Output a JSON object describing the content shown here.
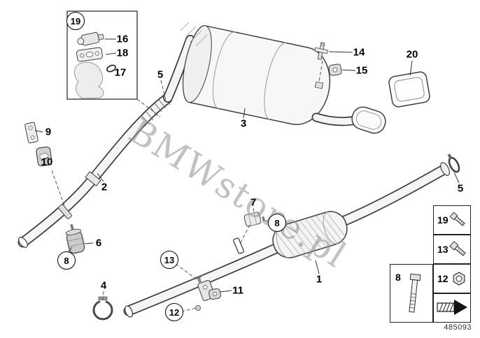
{
  "diagram": {
    "number": "485093",
    "watermark": "BMWstore.pl"
  },
  "callouts": {
    "n1": "1",
    "n2": "2",
    "n3": "3",
    "n4": "4",
    "n5a": "5",
    "n5b": "5",
    "n6": "6",
    "n7": "7",
    "n8a": "8",
    "n8b": "8",
    "n9": "9",
    "n10": "10",
    "n11": "11",
    "n12a": "12",
    "n13a": "13",
    "n14": "14",
    "n15": "15",
    "n16": "16",
    "n17": "17",
    "n18": "18",
    "n19": "19",
    "n20": "20"
  },
  "legend": {
    "items": [
      {
        "label": "19",
        "icon": "bolt-icon"
      },
      {
        "label": "13",
        "icon": "bolt-icon"
      },
      {
        "label": "12",
        "icon": "flange-nut-icon"
      },
      {
        "label": "8",
        "icon": "long-bolt-icon"
      },
      {
        "label": "",
        "icon": "direction-arrow-icon"
      }
    ]
  },
  "colors": {
    "line": "#3f3f3f",
    "pipe_fill": "#f5f5f5",
    "watermark": "#8f8f8f"
  }
}
